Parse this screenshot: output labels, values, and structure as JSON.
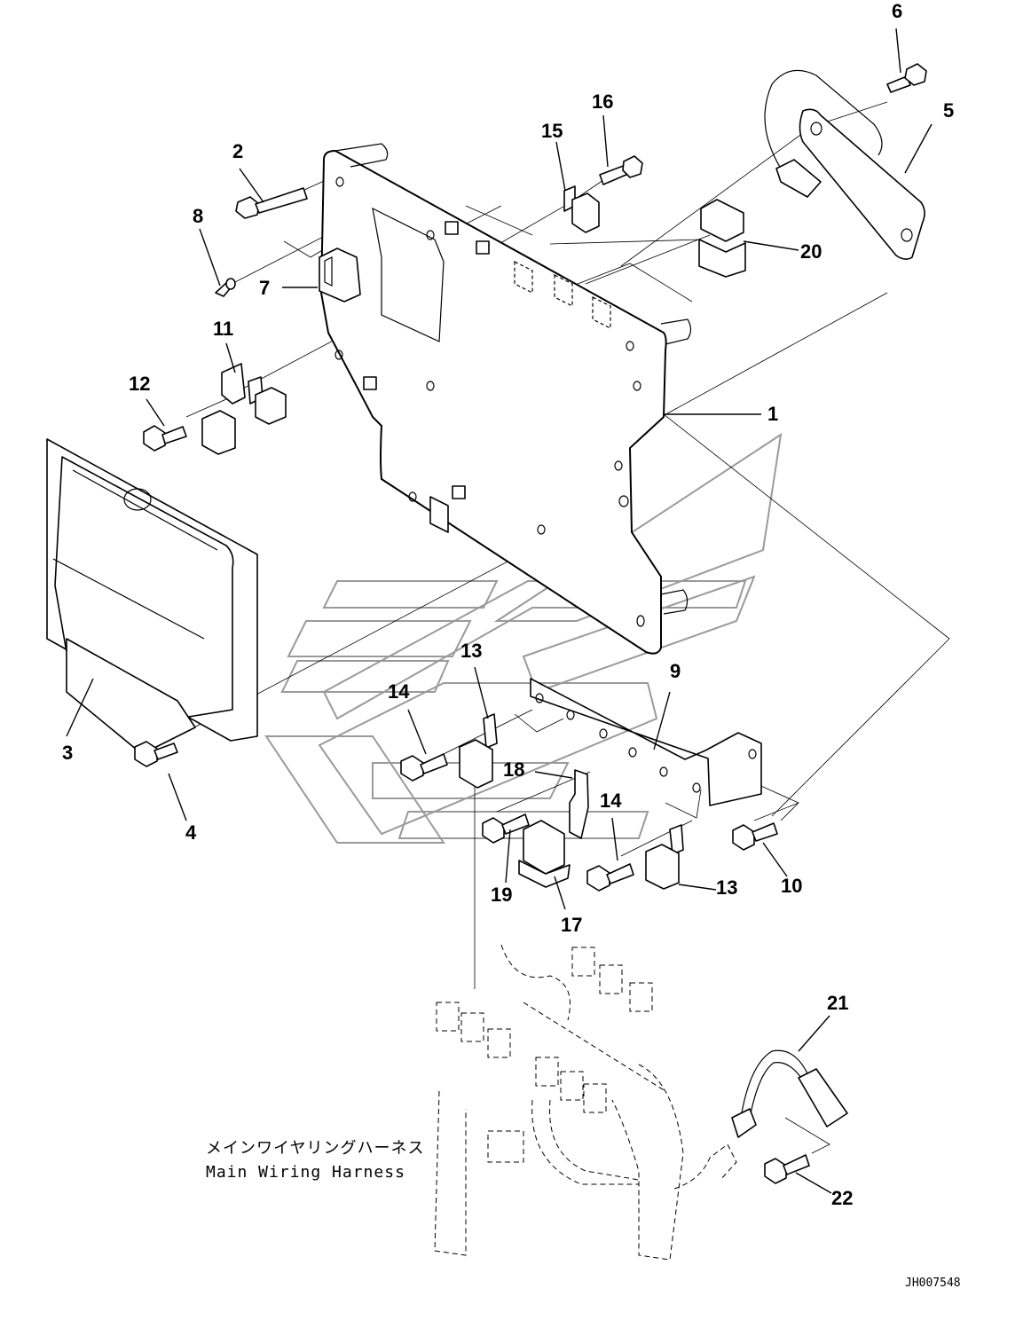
{
  "diagram": {
    "type": "exploded-parts-diagram",
    "drawing_number": "JH007548",
    "caption": {
      "japanese": "メインワイヤリングハーネス",
      "english": "Main Wiring Harness"
    },
    "callouts": [
      {
        "id": "1",
        "label": "1"
      },
      {
        "id": "2",
        "label": "2"
      },
      {
        "id": "3",
        "label": "3"
      },
      {
        "id": "4",
        "label": "4"
      },
      {
        "id": "5",
        "label": "5"
      },
      {
        "id": "6",
        "label": "6"
      },
      {
        "id": "7",
        "label": "7"
      },
      {
        "id": "8",
        "label": "8"
      },
      {
        "id": "9",
        "label": "9"
      },
      {
        "id": "10",
        "label": "10"
      },
      {
        "id": "11",
        "label": "11"
      },
      {
        "id": "12",
        "label": "12"
      },
      {
        "id": "13a",
        "label": "13"
      },
      {
        "id": "13b",
        "label": "13"
      },
      {
        "id": "14a",
        "label": "14"
      },
      {
        "id": "14b",
        "label": "14"
      },
      {
        "id": "15",
        "label": "15"
      },
      {
        "id": "16",
        "label": "16"
      },
      {
        "id": "17",
        "label": "17"
      },
      {
        "id": "18",
        "label": "18"
      },
      {
        "id": "19",
        "label": "19"
      },
      {
        "id": "20",
        "label": "20"
      },
      {
        "id": "21",
        "label": "21"
      },
      {
        "id": "22",
        "label": "22"
      }
    ],
    "parts": [
      {
        "callout": "1",
        "name": "mounting-plate"
      },
      {
        "callout": "2",
        "name": "bolt"
      },
      {
        "callout": "3",
        "name": "controller"
      },
      {
        "callout": "4",
        "name": "bolt"
      },
      {
        "callout": "5",
        "name": "sensor-bracket-with-harness"
      },
      {
        "callout": "6",
        "name": "bolt"
      },
      {
        "callout": "7",
        "name": "connector"
      },
      {
        "callout": "8",
        "name": "clip"
      },
      {
        "callout": "9",
        "name": "bracket"
      },
      {
        "callout": "10",
        "name": "bolt"
      },
      {
        "callout": "11",
        "name": "relay-with-bracket"
      },
      {
        "callout": "12",
        "name": "bolt"
      },
      {
        "callout": "13",
        "name": "relay"
      },
      {
        "callout": "14",
        "name": "bolt"
      },
      {
        "callout": "15",
        "name": "relay"
      },
      {
        "callout": "16",
        "name": "bolt"
      },
      {
        "callout": "17",
        "name": "relay"
      },
      {
        "callout": "18",
        "name": "bracket"
      },
      {
        "callout": "19",
        "name": "bolt"
      },
      {
        "callout": "20",
        "name": "relay"
      },
      {
        "callout": "21",
        "name": "harness"
      },
      {
        "callout": "22",
        "name": "bolt"
      }
    ]
  }
}
